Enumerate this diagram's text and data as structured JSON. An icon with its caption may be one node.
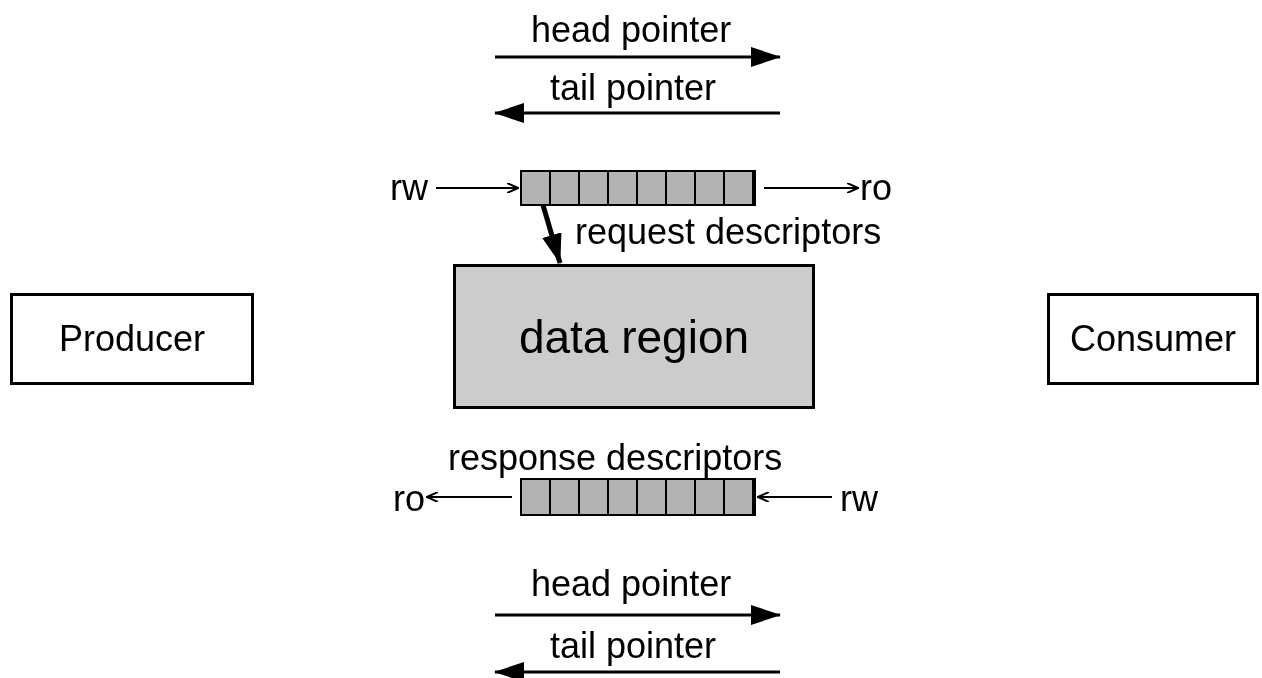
{
  "diagram": {
    "nodes": [
      {
        "text": [
          "Producer"
        ]
      },
      {
        "text": [
          "data region"
        ]
      },
      {
        "text": [
          "Consumer"
        ]
      },
      {
        "text": [
          "request descriptors"
        ]
      },
      {
        "text": [
          "response descriptors"
        ]
      },
      {
        "text": [
          "rw"
        ]
      },
      {
        "text": [
          "ro"
        ]
      },
      {
        "text": [
          "ro"
        ]
      },
      {
        "text": [
          "rw"
        ]
      }
    ],
    "edges": [
      {
        "from": 5,
        "to": 3,
        "arrow": "to"
      },
      {
        "from": 3,
        "to": 6,
        "arrow": "to"
      },
      {
        "from": 3,
        "to": 1,
        "arrow": "to",
        "style": "thick"
      },
      {
        "from": 8,
        "to": 4,
        "arrow": "to"
      },
      {
        "from": 4,
        "to": 7,
        "arrow": "to"
      }
    ],
    "labels": [
      "head pointer",
      "tail pointer",
      "head pointer",
      "tail pointer"
    ]
  }
}
